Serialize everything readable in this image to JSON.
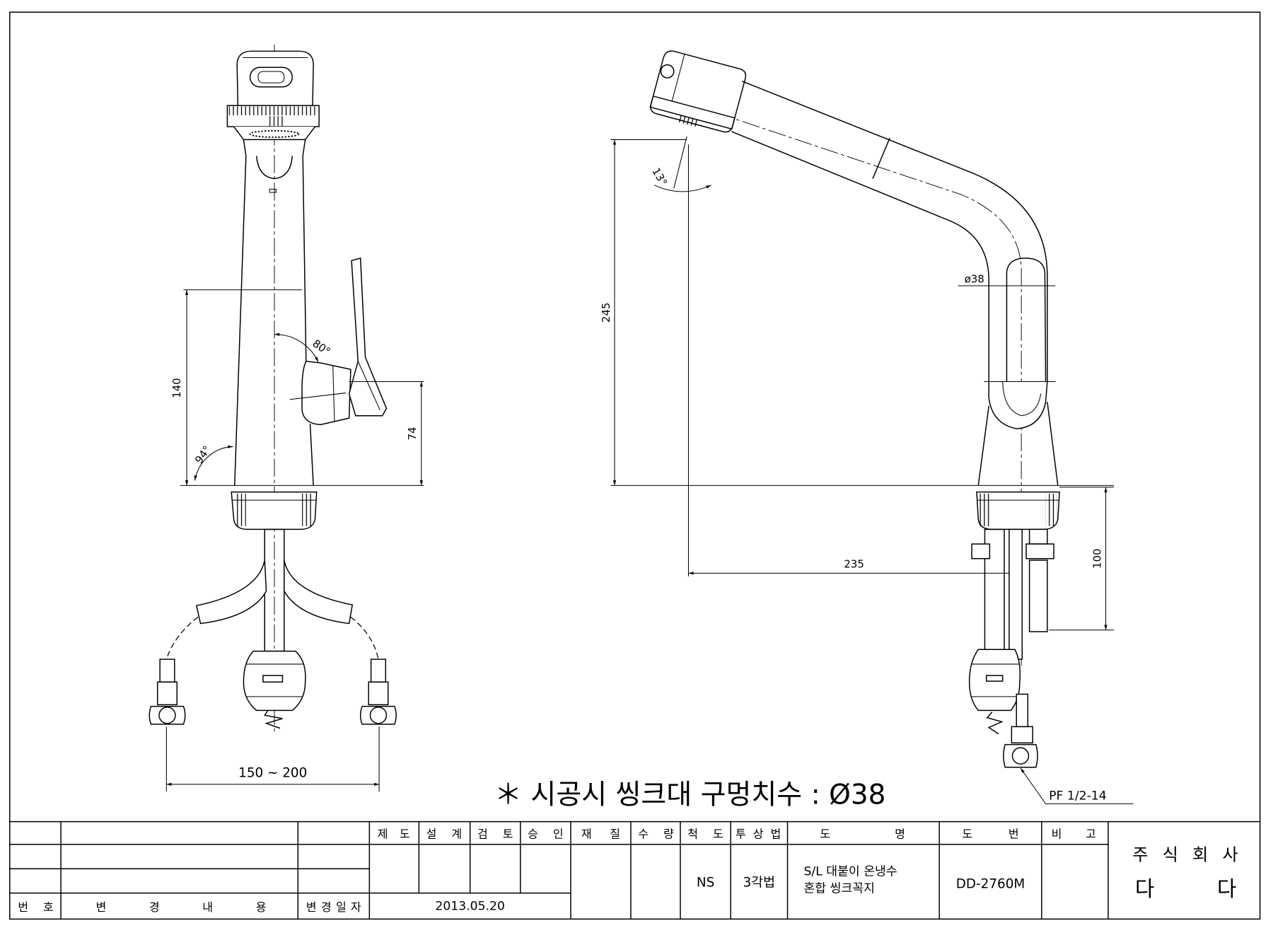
{
  "line_color": "#000000",
  "note": "＊ 시공시 씽크대 구멍치수 : Ø38",
  "front_view": {
    "dim_body_height": "140",
    "dim_handle_height": "74",
    "angle_handle": "80°",
    "angle_body": "94°",
    "dim_supply_spacing": "150 ~ 200"
  },
  "side_view": {
    "dim_spout_height": "245",
    "angle_head": "13°",
    "dim_spout_reach": "235",
    "dim_diameter": "ø38",
    "dim_below_deck": "100",
    "thread_spec": "PF 1/2-14"
  },
  "title_block": {
    "headers": [
      "제 도",
      "설 계",
      "검 토",
      "승 인",
      "재 질",
      "수 량",
      "척 도",
      "투상법",
      "도 명",
      "도 번",
      "비 고"
    ],
    "scale": "NS",
    "projection": "3각법",
    "drawing_name_line1": "S/L 대붙이 온냉수",
    "drawing_name_line2": "혼합 씽크꼭지",
    "drawing_number": "DD-2760M",
    "date": "2013.05.20",
    "revision_no_label": "번 호",
    "revision_content_label": "변 경 내 용",
    "revision_date_label": "변경일자",
    "company_line1": "주 식 회 사",
    "company_line2": "다 다"
  }
}
